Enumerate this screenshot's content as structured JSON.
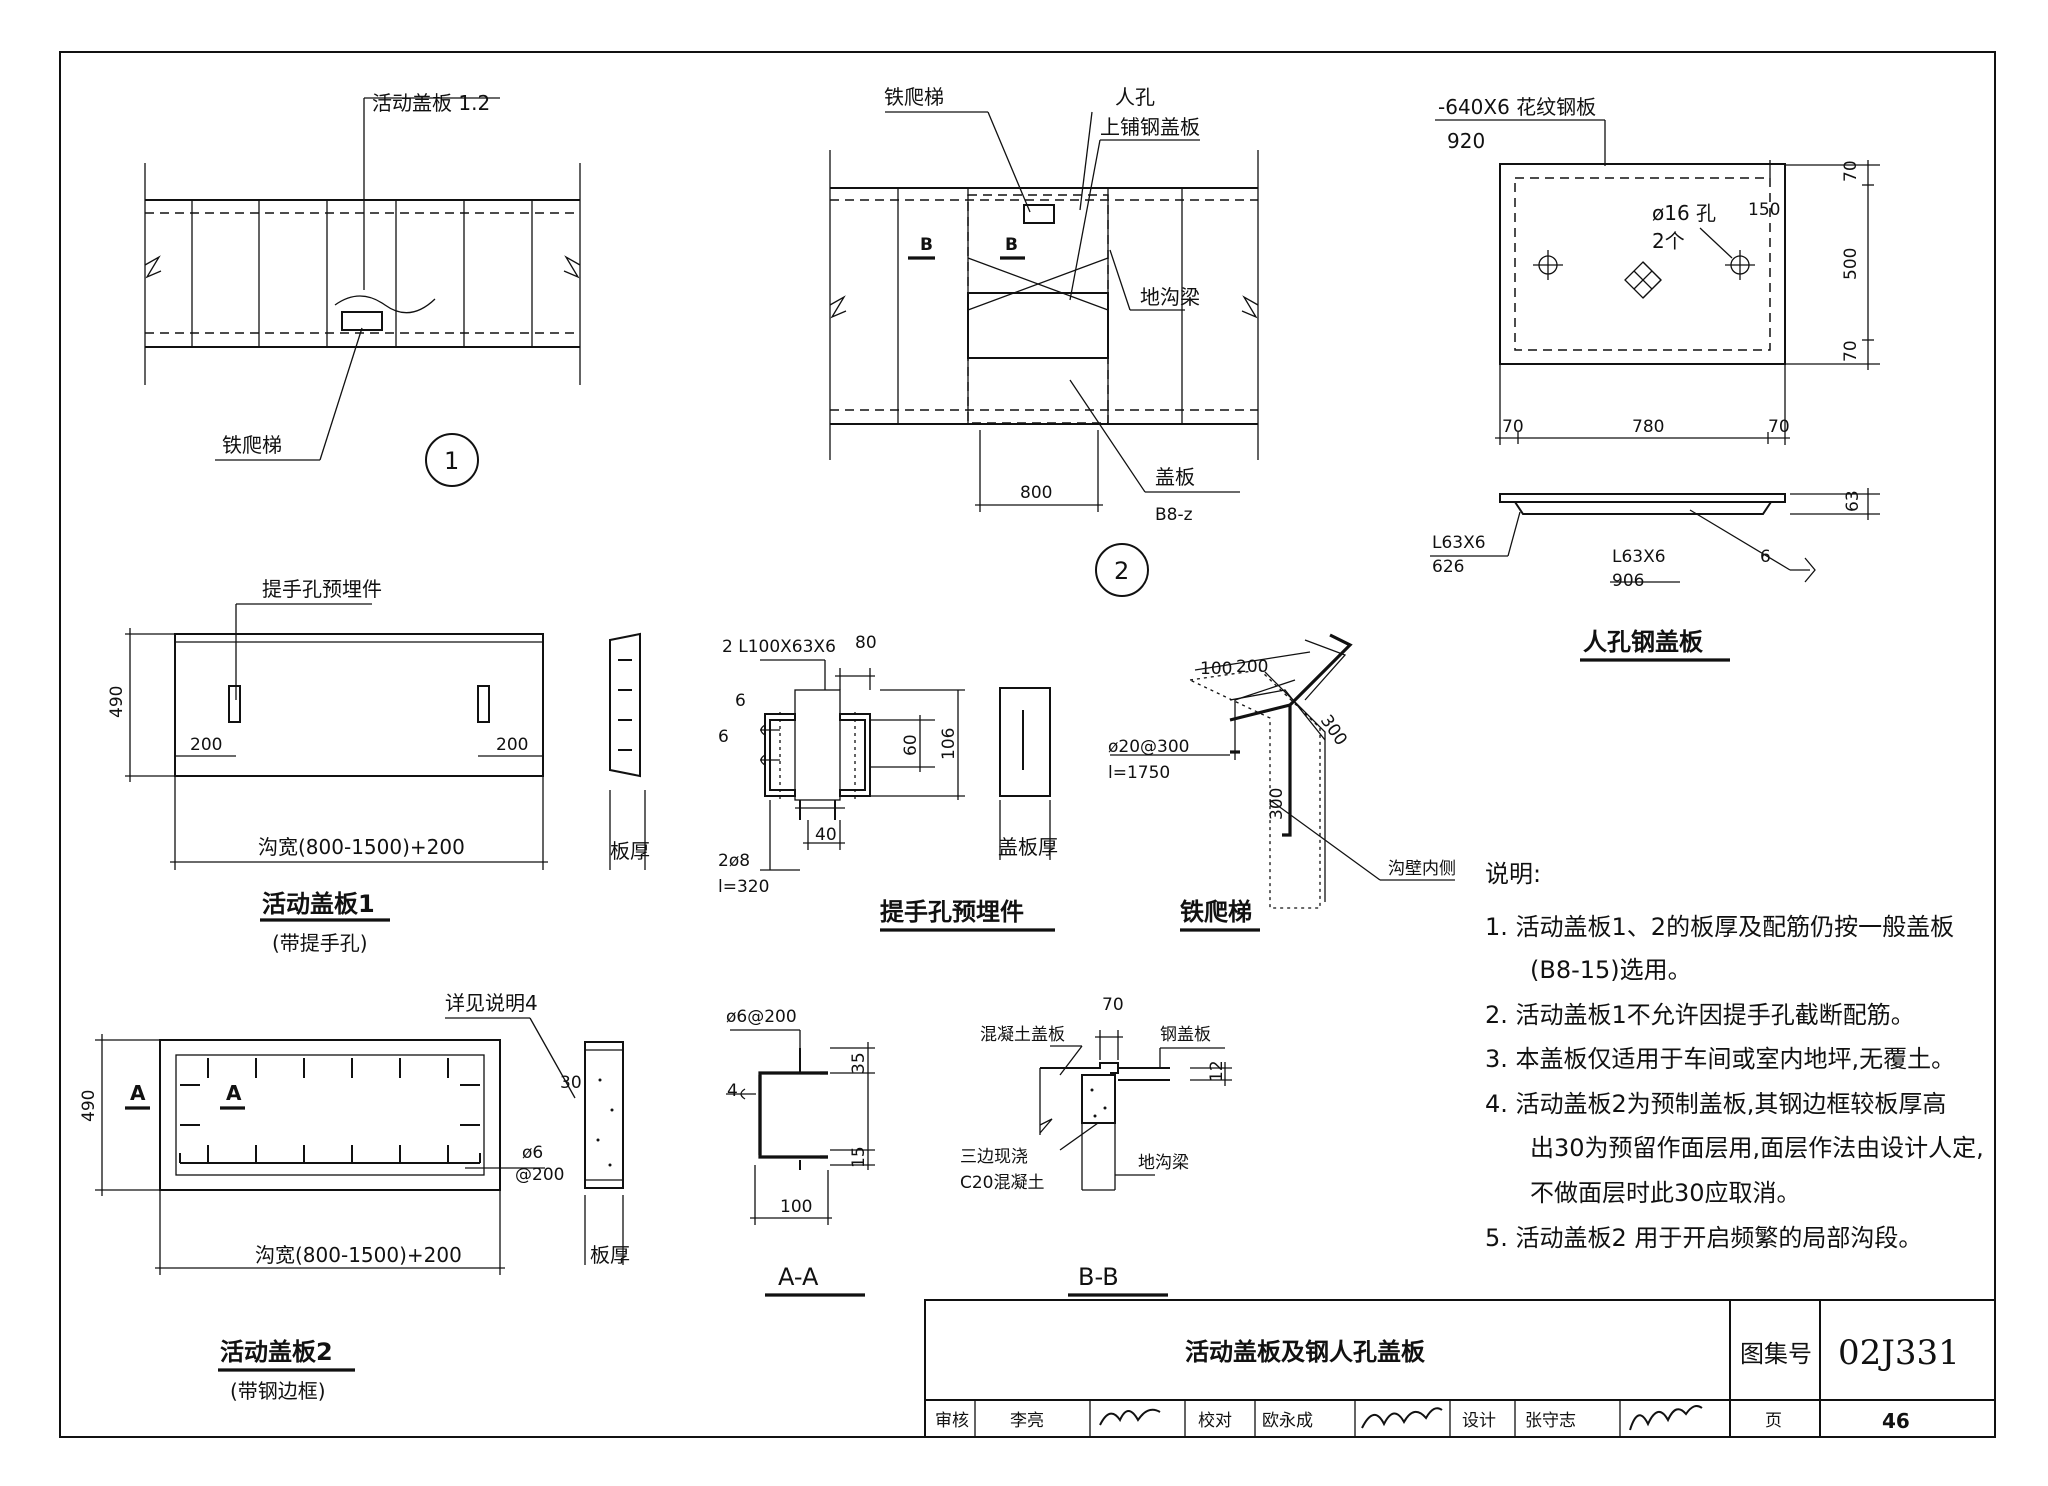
{
  "plan1": {
    "label_top": "活动盖板 1.2",
    "label_ladder": "铁爬梯",
    "number": "1"
  },
  "plan2": {
    "label_ladder": "铁爬梯",
    "label_manhole": "人孔",
    "label_steel_cover": "上铺钢盖板",
    "label_beam": "地沟梁",
    "label_cover": "盖板",
    "label_cover_code": "B8-z",
    "section_mark": "B",
    "dim_width": "800",
    "number": "2"
  },
  "manhole_cover": {
    "plate": "-640X6 花纹钢板",
    "plate_len": "920",
    "hole": "ø16 孔",
    "hole_count": "2个",
    "dim_150": "150",
    "dim_70_a": "70",
    "dim_500": "500",
    "dim_70_b": "70",
    "dim_70_c": "70",
    "dim_780": "780",
    "dim_70_d": "70",
    "angle_left": "L63X6",
    "angle_left_len": "626",
    "angle_right": "L63X6",
    "angle_right_len": "906",
    "dim_63": "63",
    "weld": "6",
    "title": "人孔钢盖板"
  },
  "slab1": {
    "insert_label": "提手孔预埋件",
    "dim_490": "490",
    "dim_200_l": "200",
    "dim_200_r": "200",
    "width_label": "沟宽(800-1500)+200",
    "thickness_label": "板厚",
    "title": "活动盖板1",
    "subtitle": "(带提手孔)"
  },
  "handle_insert": {
    "angle": "2 L100X63X6",
    "dim_80": "80",
    "dim_6_a": "6",
    "dim_6_b": "6",
    "dim_60": "60",
    "dim_106": "106",
    "dim_40": "40",
    "bar": "2ø8",
    "bar_len": "l=320",
    "thickness_label": "盖板厚",
    "title": "提手孔预埋件"
  },
  "ladder": {
    "dim_100": "100",
    "dim_200": "200",
    "dim_300_a": "300",
    "dim_300_b": "300",
    "bar": "ø20@300",
    "bar_len": "l=1750",
    "wall_label": "沟壁内侧",
    "title": "铁爬梯"
  },
  "slab2": {
    "note_ref": "详见说明4",
    "dim_490": "490",
    "section_a": "A",
    "dim_30": "30",
    "bar": "ø6",
    "bar_spacing": "@200",
    "width_label": "沟宽(800-1500)+200",
    "thickness_label": "板厚",
    "title": "活动盖板2",
    "subtitle": "(带钢边框)"
  },
  "section_aa": {
    "bar": "ø6@200",
    "dim_4": "4",
    "dim_35": "35",
    "dim_15": "15",
    "dim_100": "100",
    "title": "A-A"
  },
  "section_bb": {
    "concrete_cover": "混凝土盖板",
    "dim_70": "70",
    "steel_cover": "钢盖板",
    "dim_12": "12",
    "cast": "三边现浇",
    "concrete": "C20混凝土",
    "beam": "地沟梁",
    "title": "B-B"
  },
  "notes": {
    "heading": "说明:",
    "items": [
      "1. 活动盖板1、2的板厚及配筋仍按一般盖板",
      "(B8-15)选用。",
      "2. 活动盖板1不允许因提手孔截断配筋。",
      "3. 本盖板仅适用于车间或室内地坪,无覆土。",
      "4. 活动盖板2为预制盖板,其钢边框较板厚高",
      "出30为预留作面层用,面层作法由设计人定,",
      "不做面层时此30应取消。",
      "5. 活动盖板2 用于开启频繁的局部沟段。"
    ]
  },
  "title_block": {
    "sheet_title": "活动盖板及钢人孔盖板",
    "atlas_label": "图集号",
    "atlas_no": "02J331",
    "review_label": "审核",
    "reviewer": "李亮",
    "check_label": "校对",
    "checker": "欧永成",
    "design_label": "设计",
    "designer": "张守志",
    "page_label": "页",
    "page_no": "46"
  }
}
